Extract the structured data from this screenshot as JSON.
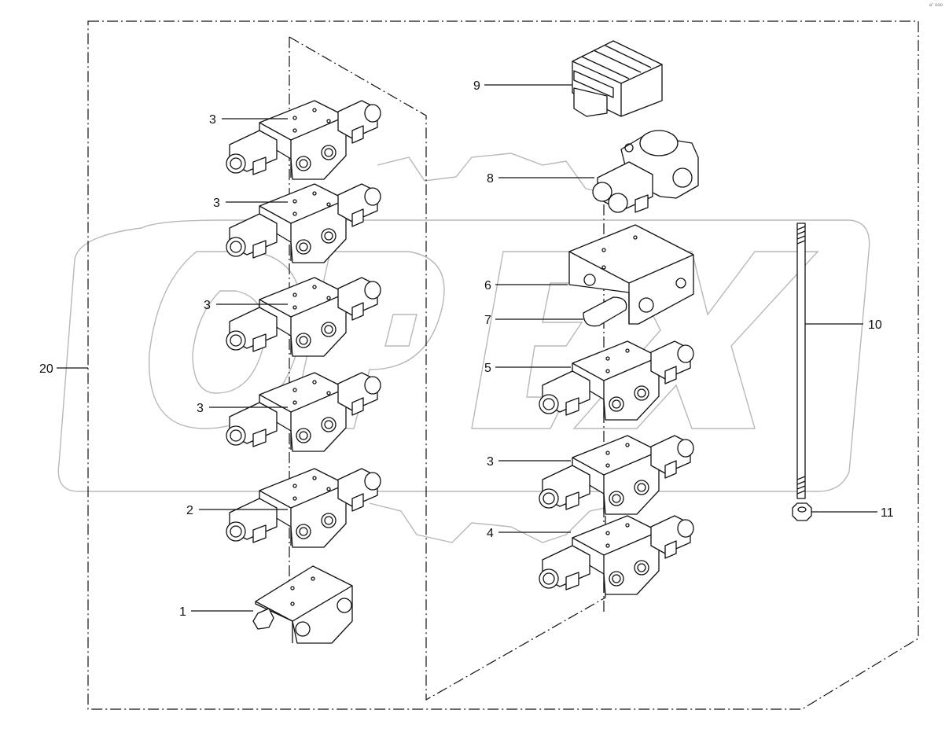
{
  "watermark": {
    "text": "OPEX",
    "color": "#b8b8b8"
  },
  "corner_mark": "a° ooo",
  "callouts": {
    "c1": "1",
    "c2": "2",
    "c3a": "3",
    "c3b": "3",
    "c3c": "3",
    "c3d": "3",
    "c3e": "3",
    "c4": "4",
    "c5": "5",
    "c6": "6",
    "c7": "7",
    "c8": "8",
    "c9": "9",
    "c10": "10",
    "c11": "11",
    "c20": "20"
  },
  "colors": {
    "line": "#111111",
    "background": "#ffffff"
  }
}
